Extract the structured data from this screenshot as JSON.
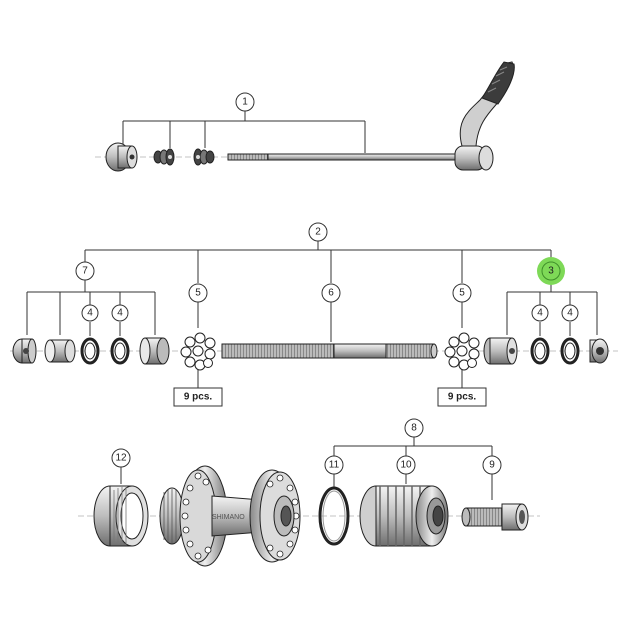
{
  "callouts": {
    "c1": "1",
    "c2": "2",
    "c3": "3",
    "c4a": "4",
    "c4b": "4",
    "c4c": "4",
    "c4d": "4",
    "c5a": "5",
    "c5b": "5",
    "c6": "6",
    "c7": "7",
    "c8": "8",
    "c9": "9",
    "c10": "10",
    "c11": "11",
    "c12": "12"
  },
  "notes": {
    "pcs_left": "9 pcs.",
    "pcs_right": "9 pcs."
  },
  "brand": {
    "hub_logo": "SHIMANO"
  },
  "colors": {
    "highlight": "#7ed957",
    "line": "#333333",
    "part_fill": "#e8e8e8",
    "part_dark": "#555555"
  }
}
